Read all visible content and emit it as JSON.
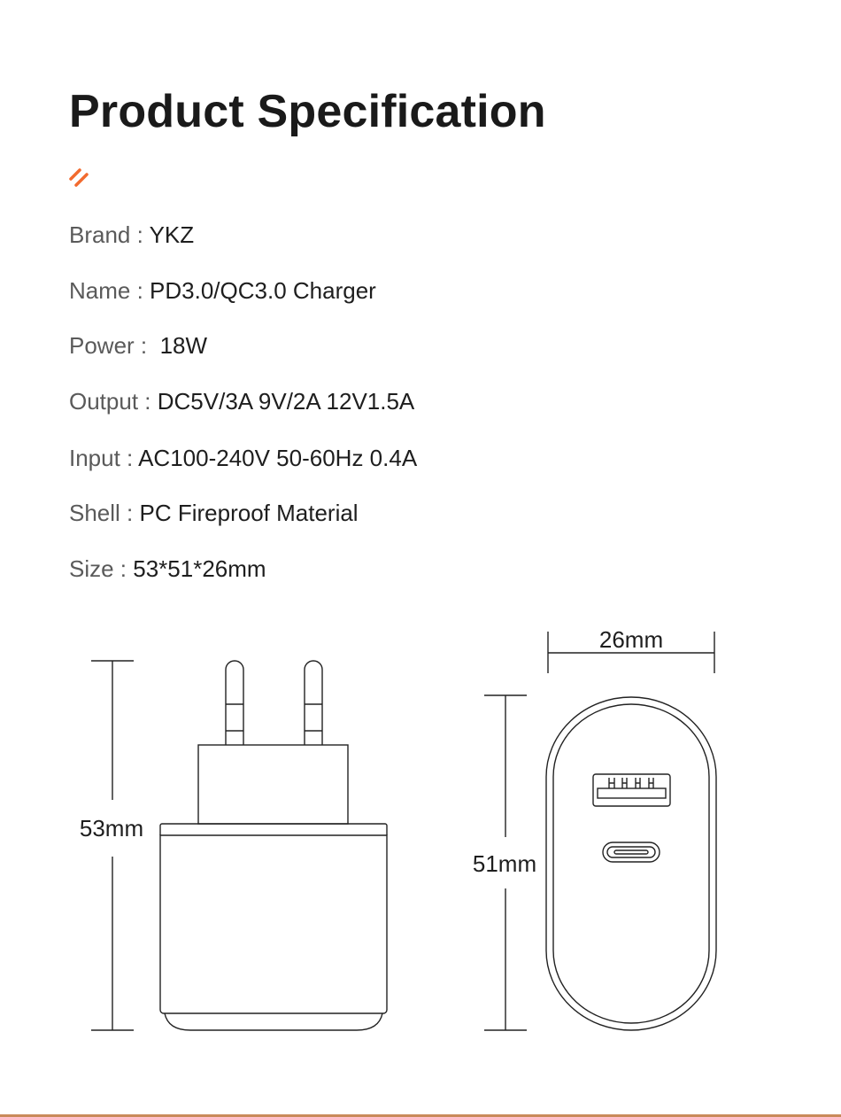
{
  "title": "Product Specification",
  "accent_color": "#f26b2f",
  "specs": [
    {
      "label": "Brand : ",
      "value": "YKZ"
    },
    {
      "label": "Name : ",
      "value": "PD3.0/QC3.0 Charger"
    },
    {
      "label": "Power :  ",
      "value": "18W"
    },
    {
      "label": "Output : ",
      "value": "DC5V/3A 9V/2A 12V1.5A"
    },
    {
      "label": "Input : ",
      "value": "AC100-240V 50-60Hz 0.4A"
    },
    {
      "label": "Shell : ",
      "value": "PC Fireproof Material"
    },
    {
      "label": "Size : ",
      "value": "53*51*26mm"
    }
  ],
  "dimensions": {
    "height_front": "53mm",
    "height_side": "51mm",
    "width_side": "26mm"
  }
}
